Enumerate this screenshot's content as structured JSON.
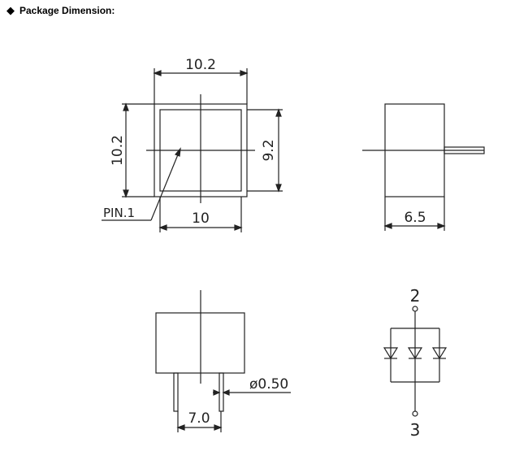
{
  "header": {
    "bullet_icon": "diamond-bullet-icon",
    "title": "Package Dimension:"
  },
  "top_view": {
    "width_dim": "10.2",
    "height_dim": "10.2",
    "inner_height_dim": "9.2",
    "bottom_dim": "10",
    "pin_label": "PIN.1"
  },
  "side_view": {
    "depth_dim": "6.5"
  },
  "front_view": {
    "pin_diameter": "ø0.50",
    "pin_pitch": "7.0"
  },
  "schematic": {
    "top_pin": "2",
    "bottom_pin": "3"
  }
}
